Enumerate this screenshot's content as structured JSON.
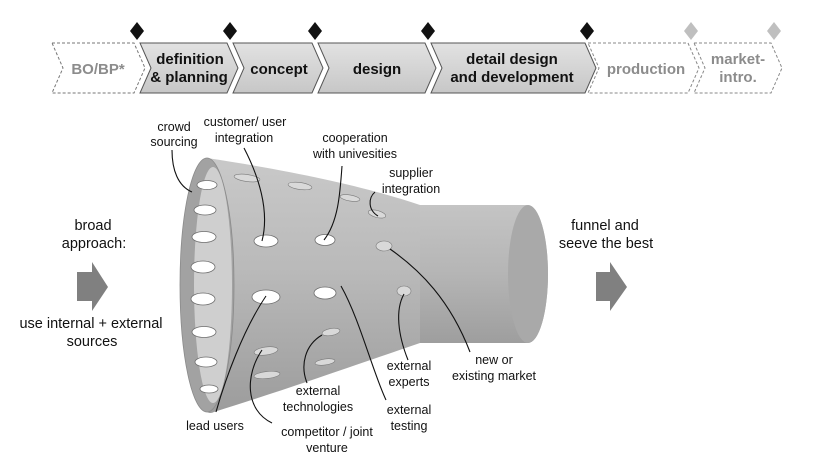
{
  "phases": [
    {
      "id": "bo-bp",
      "lines": [
        "BO/BP*"
      ],
      "style": "dashed"
    },
    {
      "id": "definition-planning",
      "lines": [
        "definition",
        "& planning"
      ],
      "style": "solid"
    },
    {
      "id": "concept",
      "lines": [
        "concept"
      ],
      "style": "solid"
    },
    {
      "id": "design",
      "lines": [
        "design"
      ],
      "style": "solid"
    },
    {
      "id": "detail-design",
      "lines": [
        "detail design",
        "and development"
      ],
      "style": "solid"
    },
    {
      "id": "production",
      "lines": [
        "production"
      ],
      "style": "dashed"
    },
    {
      "id": "market-intro",
      "lines": [
        "market-",
        "intro."
      ],
      "style": "dashed"
    }
  ],
  "milestones": [
    {
      "color": "#111111"
    },
    {
      "color": "#111111"
    },
    {
      "color": "#111111"
    },
    {
      "color": "#111111"
    },
    {
      "color": "#111111"
    },
    {
      "color": "#bfbfbf"
    },
    {
      "color": "#bfbfbf"
    }
  ],
  "left_text": {
    "top": [
      "broad",
      "approach:"
    ],
    "bottom": [
      "use internal + external",
      "sources"
    ]
  },
  "right_text": [
    "funnel and",
    "seeve the best"
  ],
  "labels": [
    {
      "id": "crowd-sourcing",
      "lines": [
        "crowd",
        "sourcing"
      ]
    },
    {
      "id": "customer-user-integration",
      "lines": [
        "customer/  user",
        "integration"
      ]
    },
    {
      "id": "cooperation-universities",
      "lines": [
        "cooperation",
        "with univesities"
      ]
    },
    {
      "id": "supplier-integration",
      "lines": [
        "supplier",
        "integration"
      ]
    },
    {
      "id": "new-existing-market",
      "lines": [
        "new  or",
        "existing market"
      ]
    },
    {
      "id": "external-experts",
      "lines": [
        "external",
        "experts"
      ]
    },
    {
      "id": "external-testing",
      "lines": [
        "external",
        "testing"
      ]
    },
    {
      "id": "external-technologies",
      "lines": [
        "external",
        "technologies"
      ]
    },
    {
      "id": "competitor-joint-venture",
      "lines": [
        "competitor / joint",
        "venture"
      ]
    },
    {
      "id": "lead-users",
      "lines": [
        "lead users"
      ]
    }
  ],
  "colors": {
    "phase_fill": "#d6d6d6",
    "phase_stroke": "#555555",
    "funnel_body": "#b3b3b3",
    "arrow": "#808080"
  }
}
